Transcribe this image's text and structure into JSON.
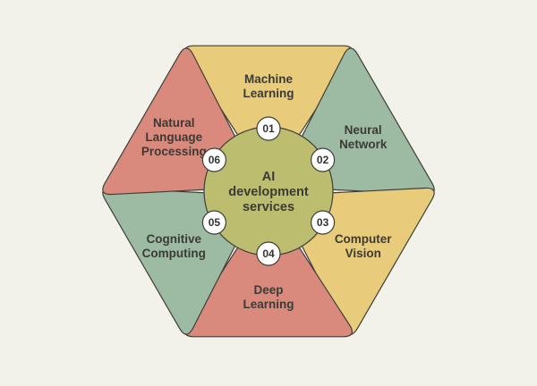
{
  "center": {
    "lines": [
      "AI",
      "development",
      "services"
    ],
    "color": "#bcbd6f"
  },
  "segments": [
    {
      "number": "01",
      "lines": [
        "Machine",
        "Learning"
      ],
      "color": "#e8cb7b"
    },
    {
      "number": "02",
      "lines": [
        "Neural",
        "Network"
      ],
      "color": "#9dbaa3"
    },
    {
      "number": "03",
      "lines": [
        "Computer",
        "Vision"
      ],
      "color": "#e8cb7b"
    },
    {
      "number": "04",
      "lines": [
        "Deep",
        "Learning"
      ],
      "color": "#d98a7c"
    },
    {
      "number": "05",
      "lines": [
        "Cognitive",
        "Computing"
      ],
      "color": "#9dbaa3"
    },
    {
      "number": "06",
      "lines": [
        "Natural",
        "Language",
        "Processing"
      ],
      "color": "#d98a7c"
    }
  ]
}
